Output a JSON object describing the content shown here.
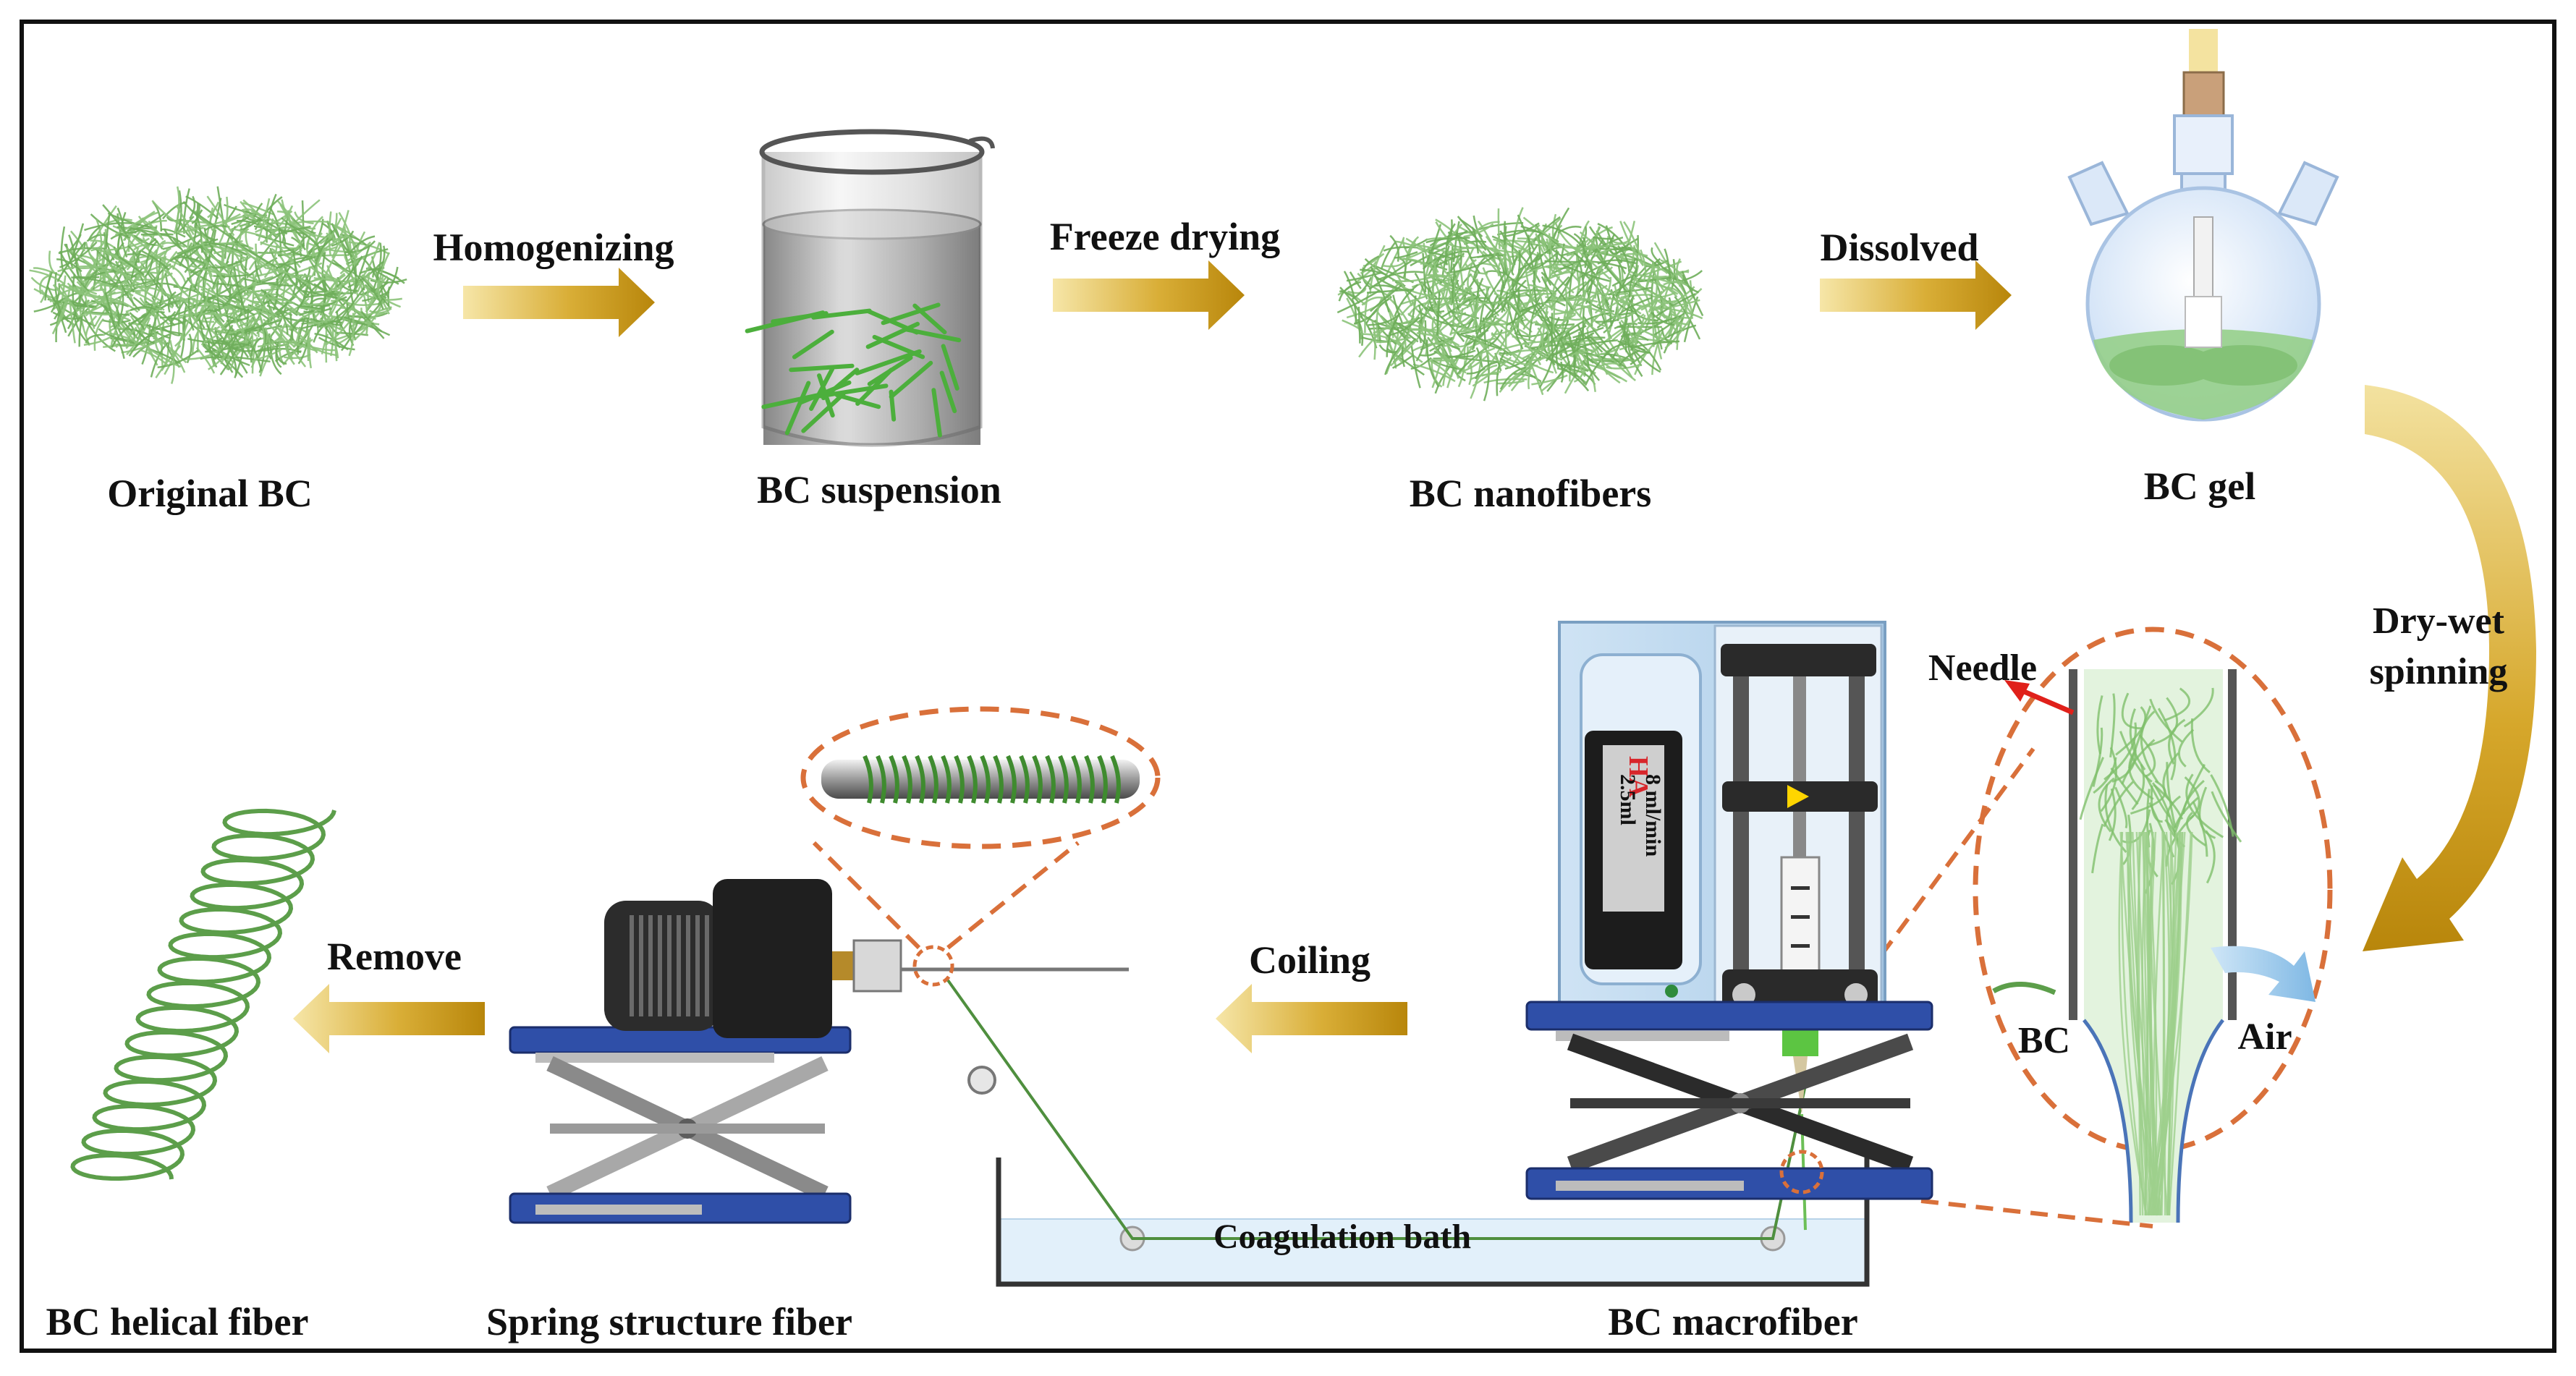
{
  "labels": {
    "original_bc": "Original BC",
    "bc_suspension": "BC suspension",
    "bc_nanofibers": "BC nanofibers",
    "bc_gel": "BC gel",
    "homogenizing": "Homogenizing",
    "freeze_drying": "Freeze drying",
    "dissolved": "Dissolved",
    "dry_wet_1": "Dry-wet",
    "dry_wet_2": "spinning",
    "needle": "Needle",
    "bc_in_needle": "BC",
    "air": "Air",
    "coiling": "Coiling",
    "remove": "Remove",
    "coagulation_bath": "Coagulation bath",
    "bc_helical_fiber": "BC helical fiber",
    "spring_structure_fiber": "Spring structure fiber",
    "bc_macrofiber": "BC macrofiber"
  },
  "pump": {
    "brand": "HA",
    "volume": "2.5ml",
    "rate": "8 ml/min"
  },
  "colors": {
    "fiber_green": "#5c9e4a",
    "arrow_gold": "#c99a1a",
    "dashed_orange": "#d9703a",
    "platform_blue": "#2f4fa8",
    "needle_red": "#e0201a",
    "pump_blue": "#b9d7ee"
  }
}
